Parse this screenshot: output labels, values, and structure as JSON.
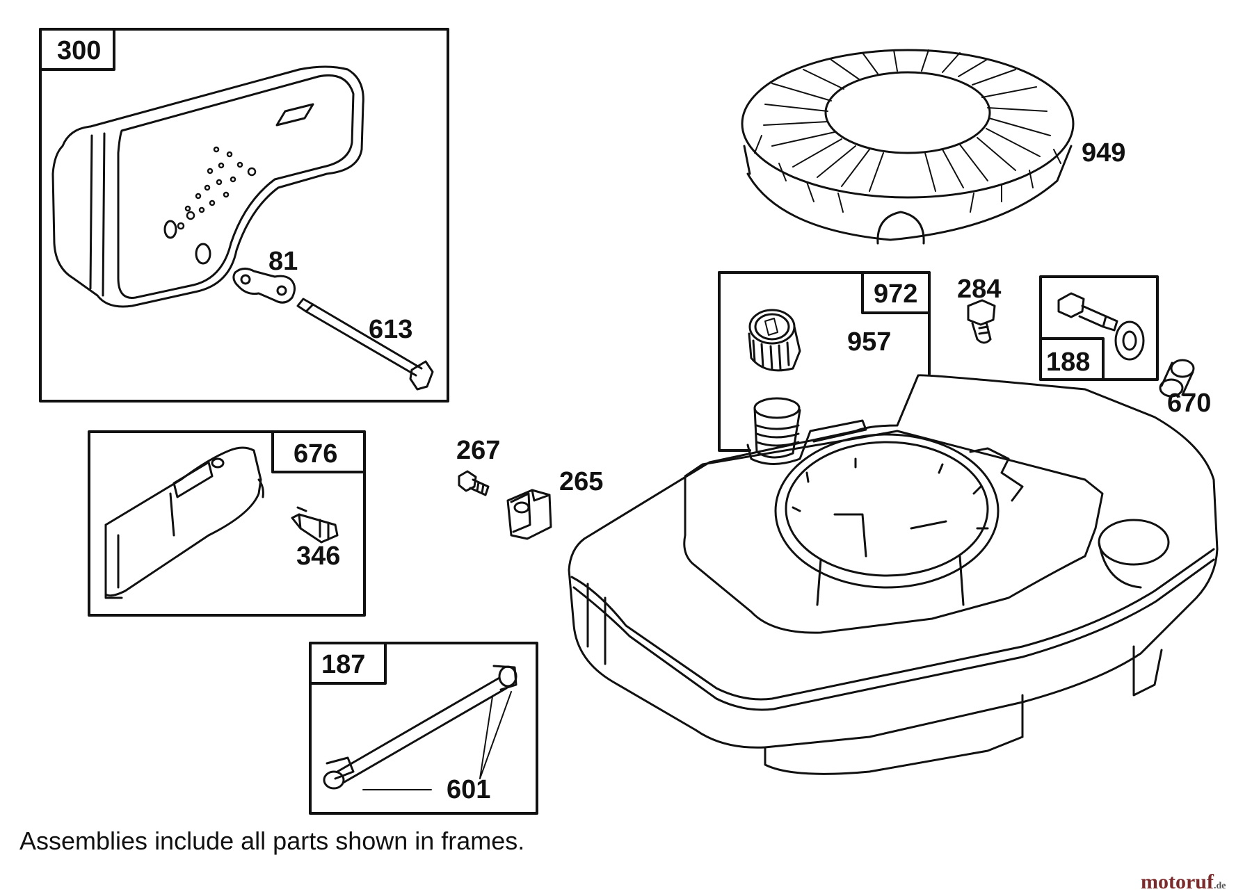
{
  "frames": [
    {
      "id": "300"
    },
    {
      "id": "676"
    },
    {
      "id": "187"
    },
    {
      "id": "972"
    },
    {
      "id": "188"
    }
  ],
  "parts": {
    "p949": "949",
    "p81": "81",
    "p613": "613",
    "p284": "284",
    "p957": "957",
    "p670": "670",
    "p267": "267",
    "p265": "265",
    "p346": "346",
    "p601": "601"
  },
  "note": "Assemblies include all parts shown in frames.",
  "brand": {
    "main": "motoruf",
    "suffix": ".de"
  }
}
